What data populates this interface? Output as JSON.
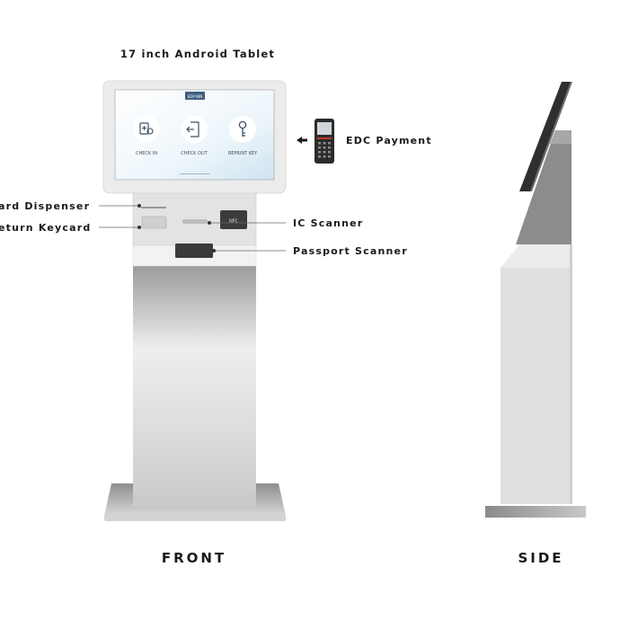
{
  "labels": {
    "tablet": "17 inch Android Tablet",
    "edc": "EDC Payment",
    "card_dispenser": "ard Dispenser",
    "return_keycard": "eturn Keycard",
    "ic_scanner": "IC Scanner",
    "passport_scanner": "Passport Scanner"
  },
  "screen": {
    "logo": "EDP INN",
    "buttons": [
      {
        "label": "CHECK IN",
        "icon": "check-in-icon"
      },
      {
        "label": "CHECK OUT",
        "icon": "check-out-icon"
      },
      {
        "label": "REPRINT KEY",
        "icon": "key-icon"
      }
    ]
  },
  "device": {
    "nfc_text": "NFC"
  },
  "views": {
    "front": "FRONT",
    "side": "SIDE"
  },
  "colors": {
    "screen_bg": "#eef6fb",
    "bezel": "#ececec",
    "accent": "#3f5f82"
  }
}
